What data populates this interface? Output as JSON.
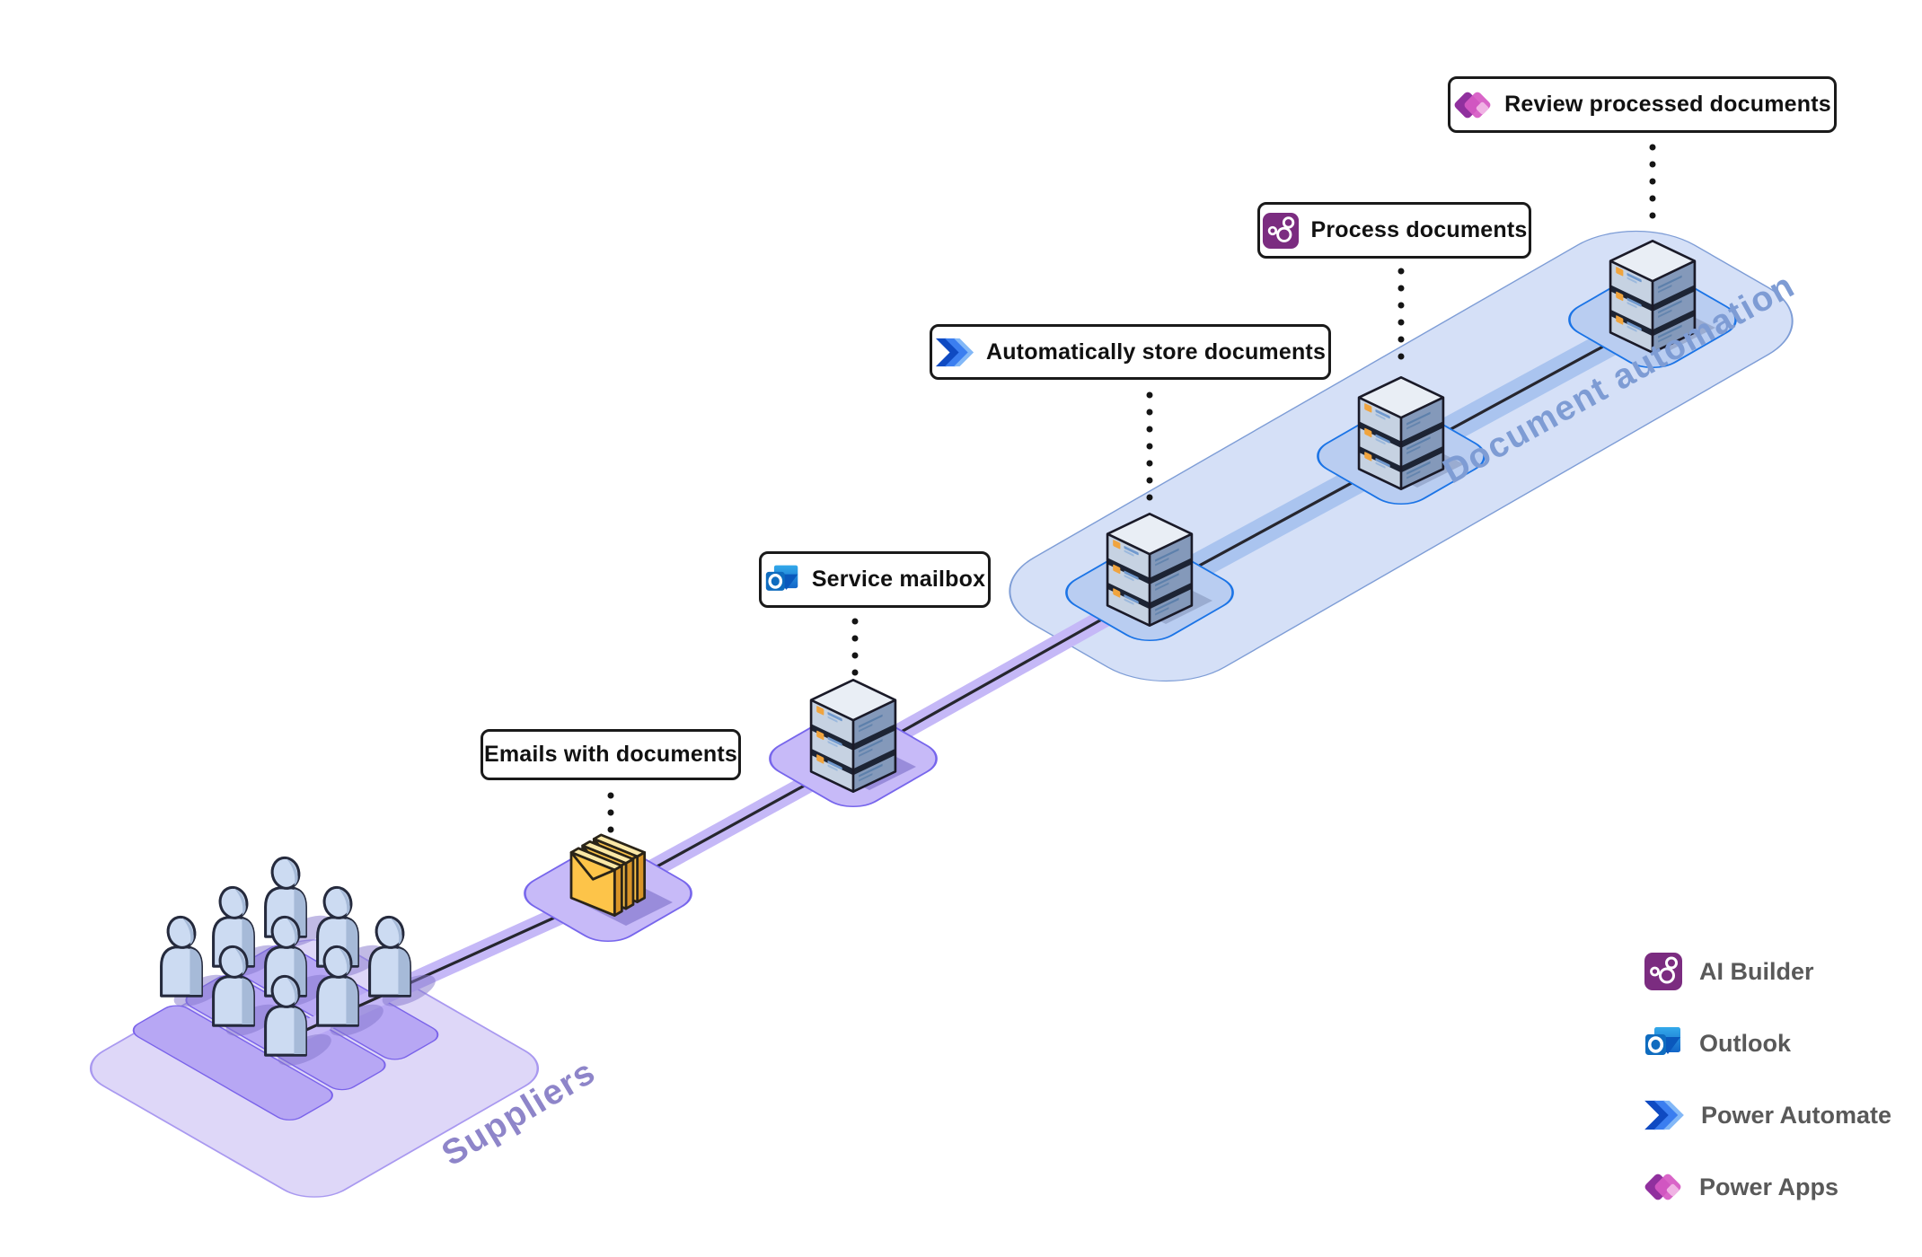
{
  "diagram": {
    "title_area": {},
    "suppliers_label": "Suppliers",
    "document_automation_label": "Document automation",
    "callouts": [
      {
        "label": "Emails with documents",
        "icon": "none"
      },
      {
        "label": "Service mailbox",
        "icon": "outlook-icon"
      },
      {
        "label": "Automatically store documents",
        "icon": "power-automate-icon"
      },
      {
        "label": "Process documents",
        "icon": "ai-builder-icon"
      },
      {
        "label": "Review processed documents",
        "icon": "power-apps-icon"
      }
    ],
    "legend": [
      {
        "label": "AI Builder",
        "icon": "ai-builder-icon"
      },
      {
        "label": "Outlook",
        "icon": "outlook-icon"
      },
      {
        "label": "Power Automate",
        "icon": "power-automate-icon"
      },
      {
        "label": "Power Apps",
        "icon": "power-apps-icon"
      }
    ],
    "colors": {
      "suppliers_platform": "#ded7f8",
      "suppliers_strip": "#b7a7f4",
      "suppliers_border": "#7a63ea",
      "suppliers_text": "#8e85c9",
      "purple_band": "#c5b8f7",
      "blue_platform": "#d5e0f7",
      "blue_band": "#aac4ef",
      "blue_pad_border": "#1b74e6",
      "docauto_text": "#7e9cd4",
      "ai_builder": "#7b2c80",
      "outlook": "#0f6cbf",
      "power_automate": "#3b7ef0",
      "power_apps": "#d659c4",
      "connector_line": "#26262e",
      "legend_text": "#595959"
    }
  }
}
